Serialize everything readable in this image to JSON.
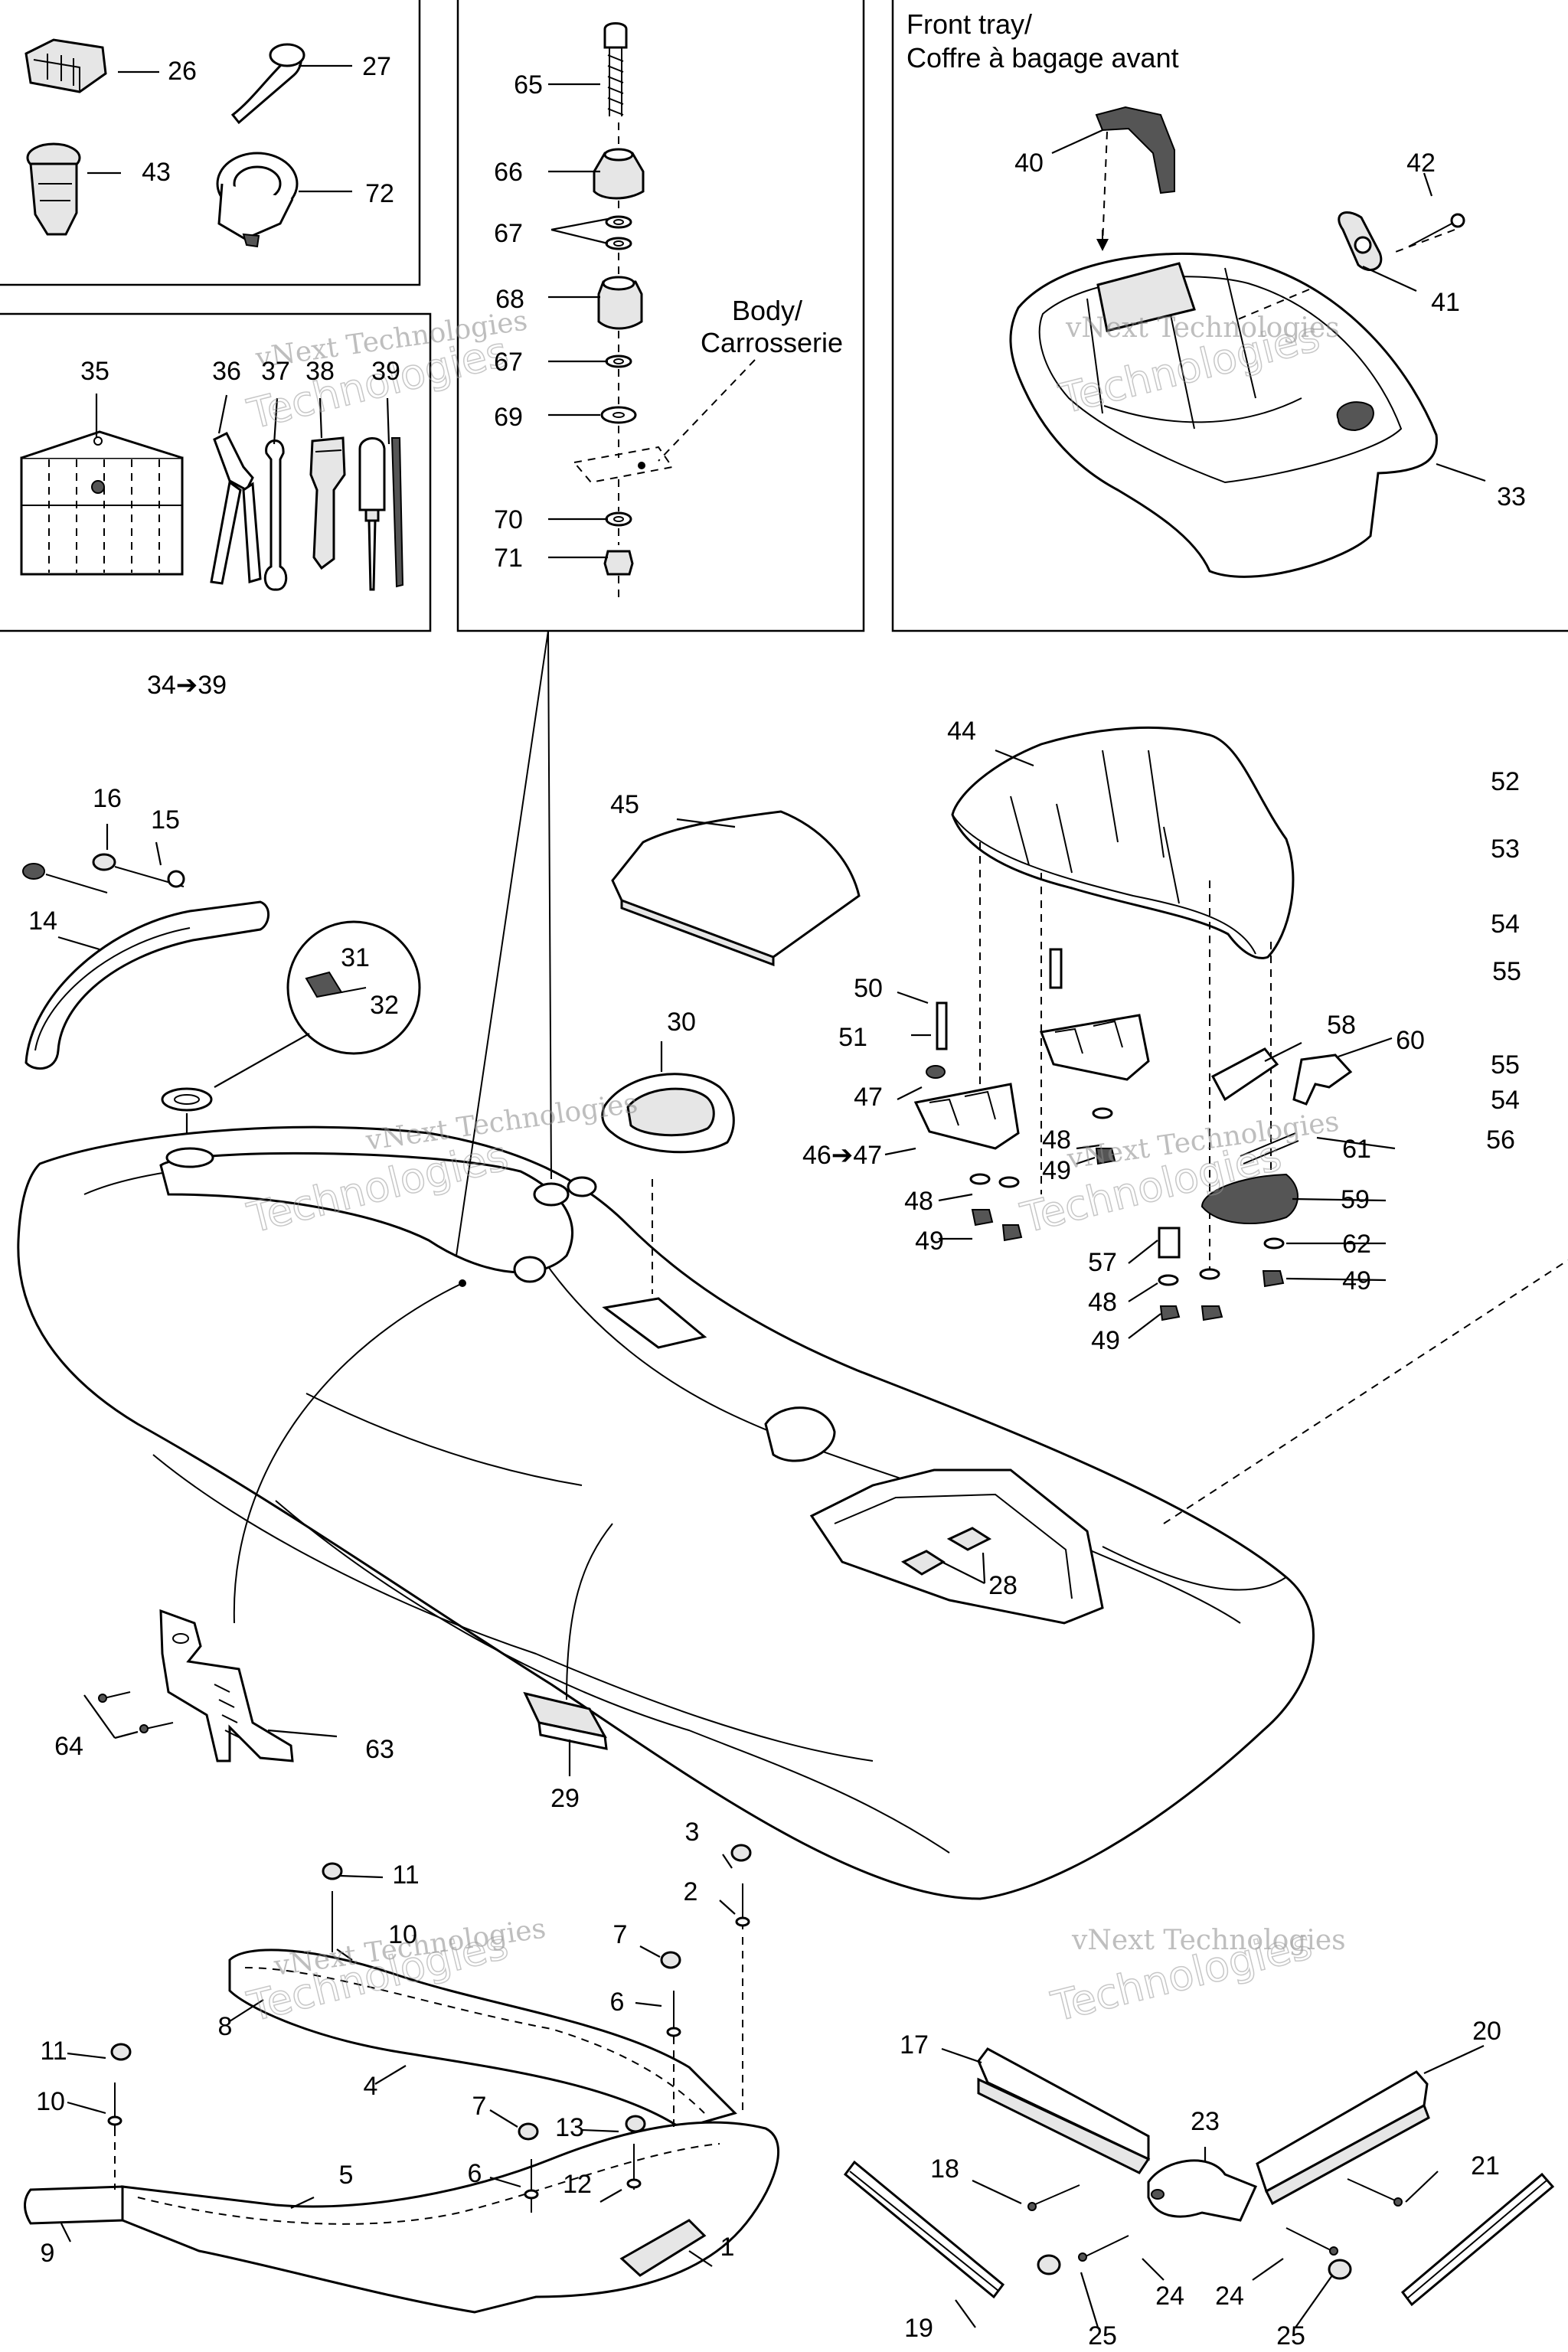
{
  "boxes": {
    "front_tray_title": [
      "Front tray/",
      "Coffre à bagage avant"
    ],
    "body_label": [
      "Body/",
      "Carrosserie"
    ],
    "tool_kit_label": "34➔39"
  },
  "callouts": [
    {
      "id": "26",
      "text": "26"
    },
    {
      "id": "27",
      "text": "27"
    },
    {
      "id": "43",
      "text": "43"
    },
    {
      "id": "72",
      "text": "72"
    },
    {
      "id": "35",
      "text": "35"
    },
    {
      "id": "36",
      "text": "36"
    },
    {
      "id": "37",
      "text": "37"
    },
    {
      "id": "38",
      "text": "38"
    },
    {
      "id": "39",
      "text": "39"
    },
    {
      "id": "65",
      "text": "65"
    },
    {
      "id": "66",
      "text": "66"
    },
    {
      "id": "67a",
      "text": "67"
    },
    {
      "id": "68",
      "text": "68"
    },
    {
      "id": "67b",
      "text": "67"
    },
    {
      "id": "69",
      "text": "69"
    },
    {
      "id": "70",
      "text": "70"
    },
    {
      "id": "71",
      "text": "71"
    },
    {
      "id": "40",
      "text": "40"
    },
    {
      "id": "42",
      "text": "42"
    },
    {
      "id": "41",
      "text": "41"
    },
    {
      "id": "33",
      "text": "33"
    },
    {
      "id": "44",
      "text": "44"
    },
    {
      "id": "45",
      "text": "45"
    },
    {
      "id": "16",
      "text": "16"
    },
    {
      "id": "15",
      "text": "15"
    },
    {
      "id": "14",
      "text": "14"
    },
    {
      "id": "31",
      "text": "31"
    },
    {
      "id": "32",
      "text": "32"
    },
    {
      "id": "30",
      "text": "30"
    },
    {
      "id": "50",
      "text": "50"
    },
    {
      "id": "51",
      "text": "51"
    },
    {
      "id": "47a",
      "text": "47"
    },
    {
      "id": "4647",
      "text": "46➔47"
    },
    {
      "id": "48a",
      "text": "48"
    },
    {
      "id": "49a",
      "text": "49"
    },
    {
      "id": "48b",
      "text": "48"
    },
    {
      "id": "49b",
      "text": "49"
    },
    {
      "id": "58",
      "text": "58"
    },
    {
      "id": "60",
      "text": "60"
    },
    {
      "id": "61",
      "text": "61"
    },
    {
      "id": "59",
      "text": "59"
    },
    {
      "id": "62",
      "text": "62"
    },
    {
      "id": "49c",
      "text": "49"
    },
    {
      "id": "57",
      "text": "57"
    },
    {
      "id": "48c",
      "text": "48"
    },
    {
      "id": "49d",
      "text": "49"
    },
    {
      "id": "52",
      "text": "52"
    },
    {
      "id": "53",
      "text": "53"
    },
    {
      "id": "54a",
      "text": "54"
    },
    {
      "id": "55a",
      "text": "55"
    },
    {
      "id": "55b",
      "text": "55"
    },
    {
      "id": "54b",
      "text": "54"
    },
    {
      "id": "56",
      "text": "56"
    },
    {
      "id": "28",
      "text": "28"
    },
    {
      "id": "29",
      "text": "29"
    },
    {
      "id": "64",
      "text": "64"
    },
    {
      "id": "63",
      "text": "63"
    },
    {
      "id": "3",
      "text": "3"
    },
    {
      "id": "2",
      "text": "2"
    },
    {
      "id": "11a",
      "text": "11"
    },
    {
      "id": "10a",
      "text": "10"
    },
    {
      "id": "7a",
      "text": "7"
    },
    {
      "id": "6a",
      "text": "6"
    },
    {
      "id": "8",
      "text": "8"
    },
    {
      "id": "4",
      "text": "4"
    },
    {
      "id": "11b",
      "text": "11"
    },
    {
      "id": "10b",
      "text": "10"
    },
    {
      "id": "7b",
      "text": "7"
    },
    {
      "id": "13",
      "text": "13"
    },
    {
      "id": "6b",
      "text": "6"
    },
    {
      "id": "12",
      "text": "12"
    },
    {
      "id": "5",
      "text": "5"
    },
    {
      "id": "9",
      "text": "9"
    },
    {
      "id": "1",
      "text": "1"
    },
    {
      "id": "17",
      "text": "17"
    },
    {
      "id": "20",
      "text": "20"
    },
    {
      "id": "23",
      "text": "23"
    },
    {
      "id": "18",
      "text": "18"
    },
    {
      "id": "21",
      "text": "21"
    },
    {
      "id": "19",
      "text": "19"
    },
    {
      "id": "25a",
      "text": "25"
    },
    {
      "id": "24a",
      "text": "24"
    },
    {
      "id": "24b",
      "text": "24"
    },
    {
      "id": "25b",
      "text": "25"
    }
  ],
  "watermark": {
    "line1": "vNext",
    "line2": "vNext Technologies",
    "line3": "Technologies"
  }
}
